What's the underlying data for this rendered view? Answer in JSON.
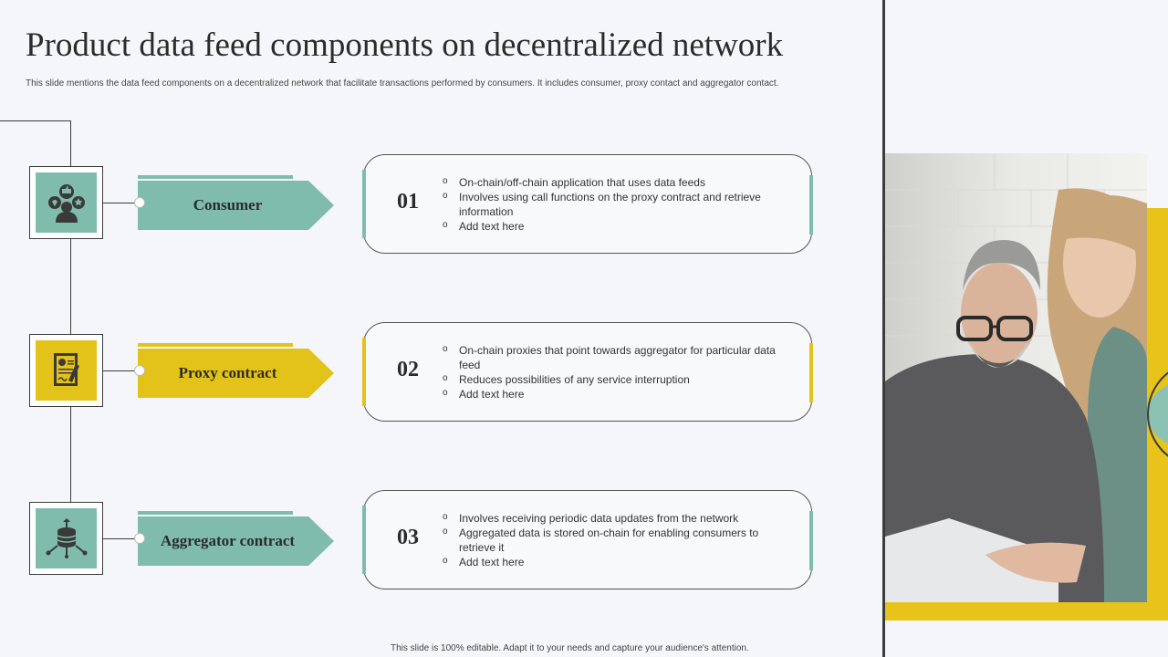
{
  "slide": {
    "title": "Product data feed components on decentralized network",
    "subtitle": "This slide mentions the data feed components on a decentralized network that facilitate transactions performed by consumers. It includes consumer, proxy contact and aggregator contact.",
    "footer": "This slide is 100% editable. Adapt it to your needs and capture your audience's attention."
  },
  "colors": {
    "teal": "#7fbcac",
    "yellow": "#e3c21a",
    "dark": "#3c3c3c"
  },
  "components": [
    {
      "label": "Consumer",
      "number": "01",
      "icon": "consumer-reviews-icon",
      "color": "teal",
      "bullets": [
        "On-chain/off-chain  application that uses data feeds",
        "Involves  using call functions on the proxy contract and retrieve  information",
        "Add text here"
      ]
    },
    {
      "label": "Proxy contract",
      "number": "02",
      "icon": "contract-document-icon",
      "color": "yellow",
      "bullets": [
        "On-chain proxies that point towards aggregator for particular data feed",
        " Reduces possibilities of any service interruption",
        "Add text here"
      ]
    },
    {
      "label": "Aggregator contract",
      "number": "03",
      "icon": "database-network-icon",
      "color": "teal",
      "bullets": [
        "Involves  receiving  periodic data updates from the network",
        "Aggregated  data is stored on-chain for enabling consumers to retrieve  it",
        "Add text here"
      ]
    }
  ]
}
